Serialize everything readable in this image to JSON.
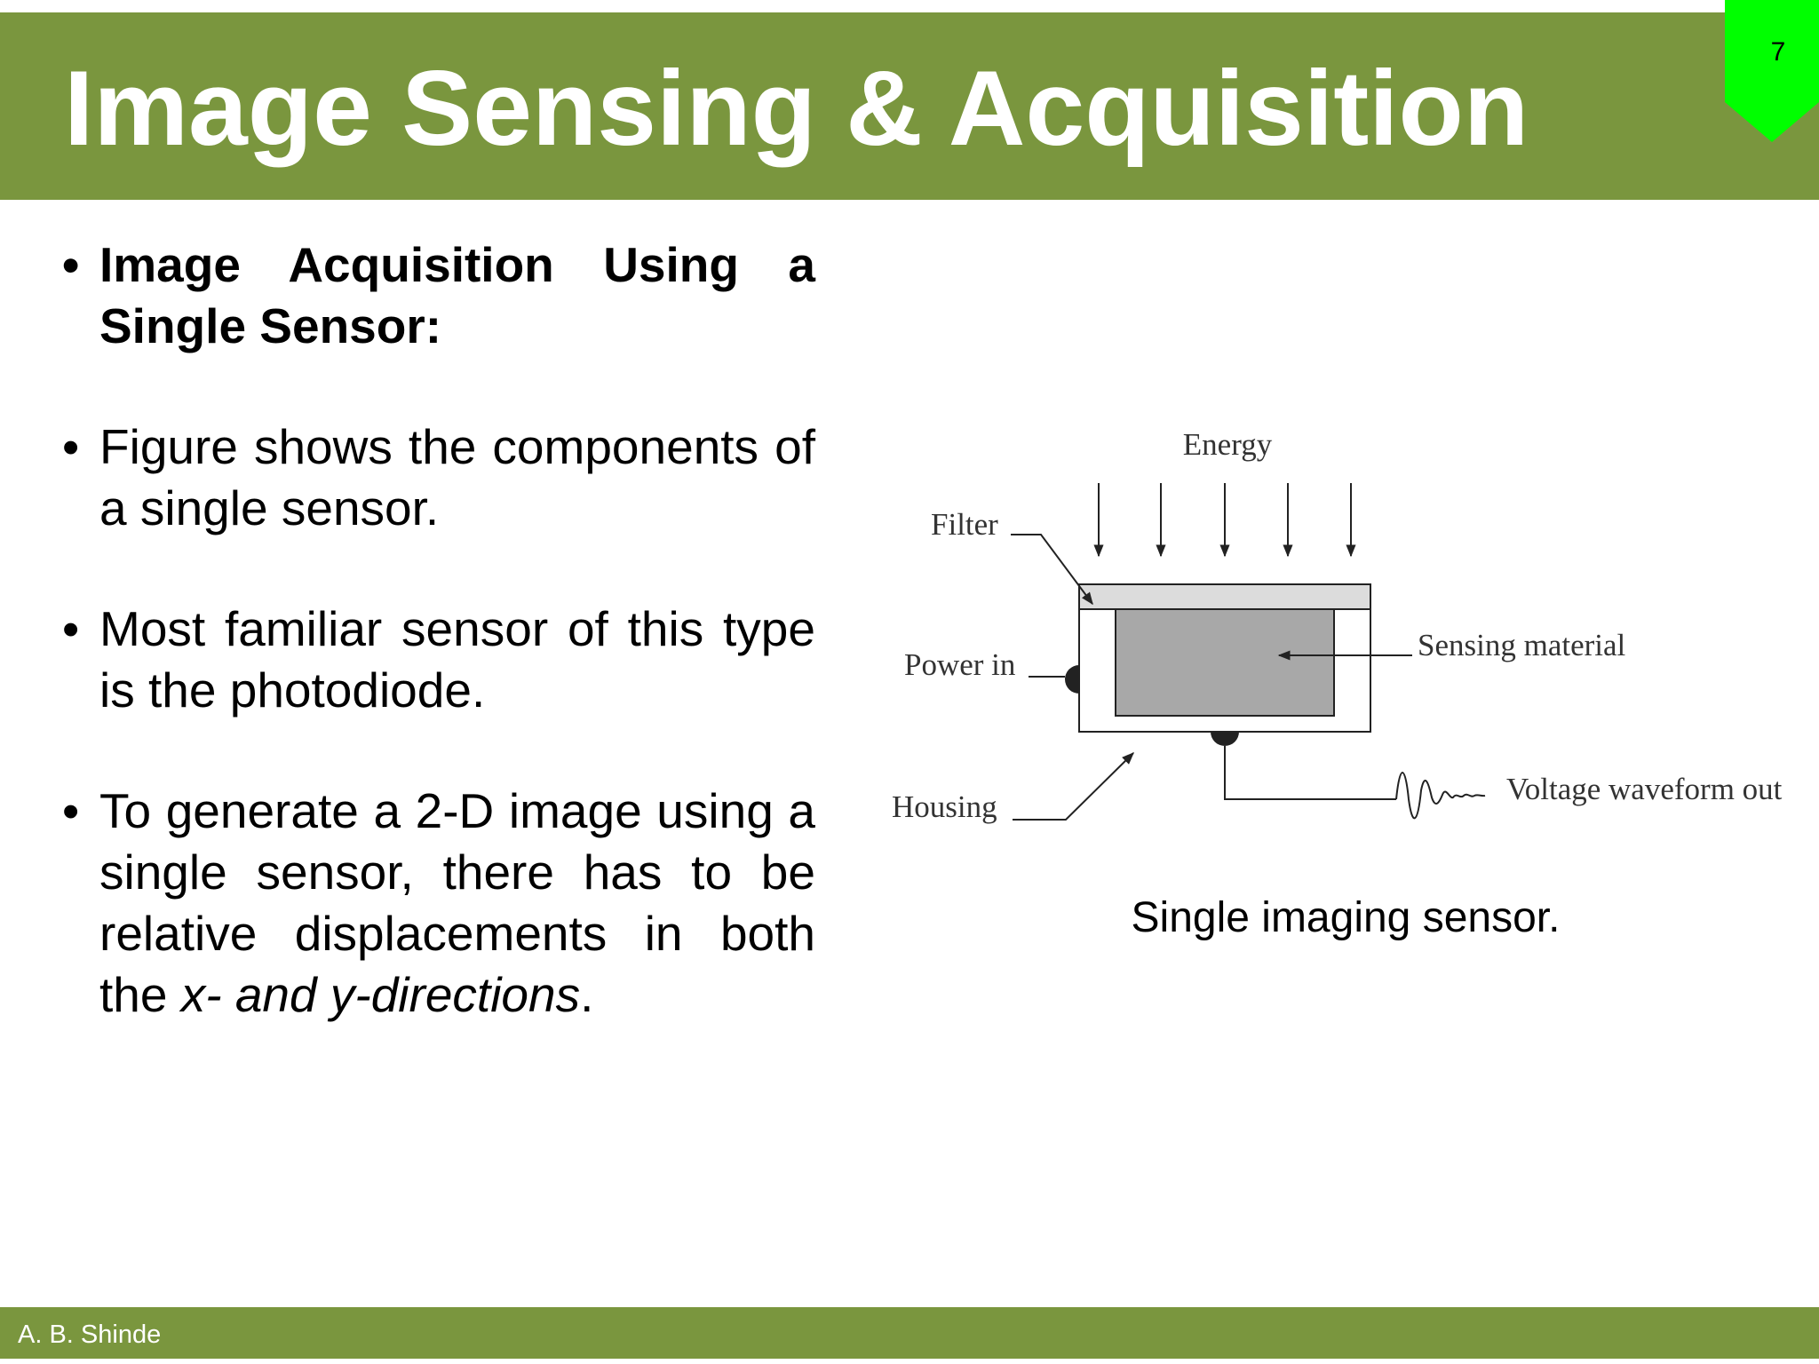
{
  "slide": {
    "title": "Image Sensing & Acquisition",
    "page_number": "7",
    "footer": "A. B. Shinde",
    "accent_color": "#7a963e",
    "badge_color": "#00ff00"
  },
  "bullets": [
    {
      "text": "Image Acquisition Using a Single Sensor:"
    },
    {
      "text": "Figure shows the components of a single sensor."
    },
    {
      "text": "Most familiar sensor of this type is the photodiode."
    },
    {
      "text_before": "To generate a 2-D image using a single sensor, there has to be relative displacements in both the ",
      "text_italic": "x- and y-directions",
      "text_after": "."
    }
  ],
  "figure": {
    "labels": {
      "energy": "Energy",
      "filter": "Filter",
      "power_in": "Power in",
      "sensing_material": "Sensing material",
      "housing": "Housing",
      "voltage_out": "Voltage waveform out"
    },
    "caption": "Single imaging sensor."
  }
}
